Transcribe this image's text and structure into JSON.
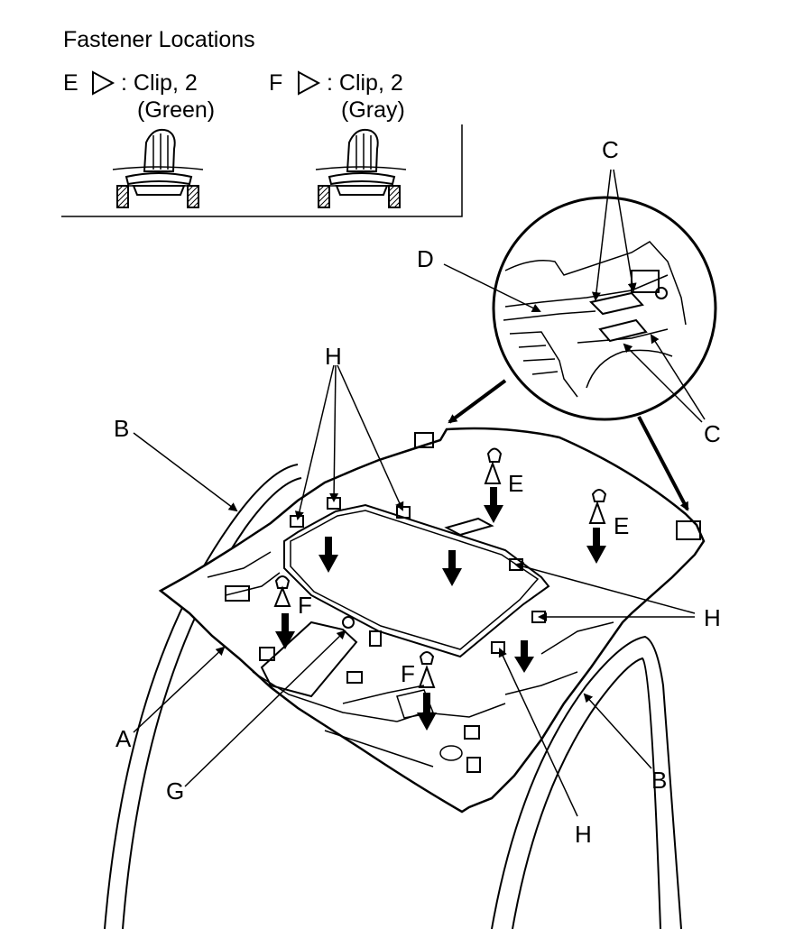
{
  "title": "Fastener Locations",
  "legend": [
    {
      "letter": "E",
      "desc": ": Clip, 2",
      "color": "(Green)"
    },
    {
      "letter": "F",
      "desc": ": Clip, 2",
      "color": "(Gray)"
    }
  ],
  "callouts": {
    "A": "A",
    "B1": "B",
    "B2": "B",
    "C1": "C",
    "C2": "C",
    "D": "D",
    "E1": "E",
    "E2": "E",
    "F1": "F",
    "F2": "F",
    "G": "G",
    "H1": "H",
    "H2": "H",
    "H3": "H"
  }
}
